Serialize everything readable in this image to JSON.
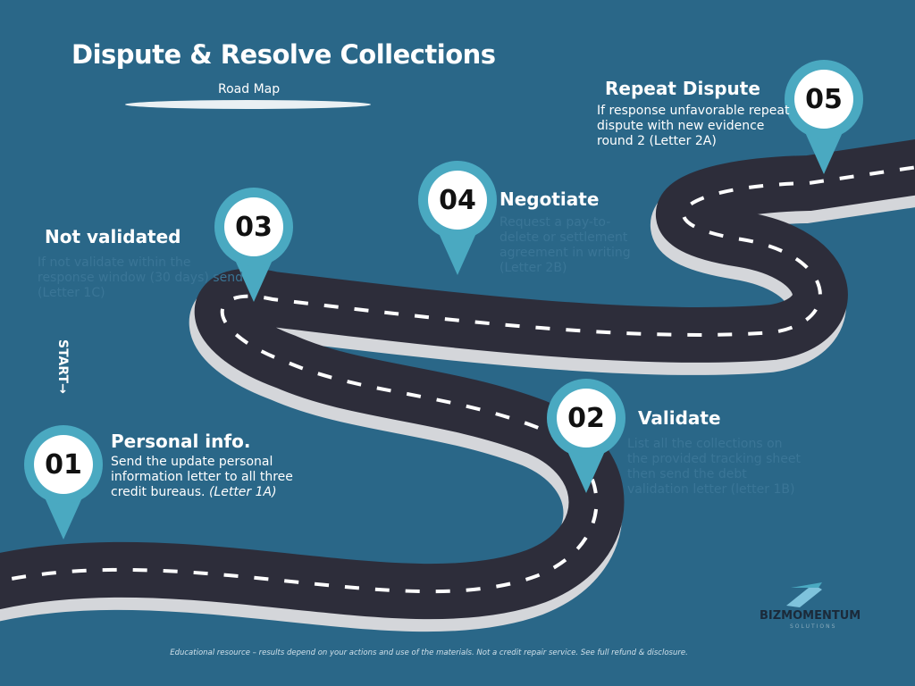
{
  "header": {
    "title": "Dispute & Resolve Collections",
    "subtitle": "Road Map"
  },
  "start_label": "START→",
  "colors": {
    "background": "#2a6788",
    "road": "#2d2d3a",
    "pin": "#4aa9c1"
  },
  "steps": [
    {
      "number": "01",
      "title": "Personal info.",
      "text": "Send the update personal information letter to all three credit bureaus.",
      "text_italic": "(Letter 1A)"
    },
    {
      "number": "02",
      "title": "Validate",
      "text": "List all the collections on the provided tracking sheet then send  the debt validation letter (letter 1B)"
    },
    {
      "number": "03",
      "title": "Not validated",
      "text": "If not validate within the response window (30 days) send (Letter 1C)"
    },
    {
      "number": "04",
      "title": "Negotiate",
      "text": " Request a pay-to-delete or settlement agreement in writing (Letter 2B)"
    },
    {
      "number": "05",
      "title": "Repeat Dispute",
      "text": "If response unfavorable repeat dispute with new evidence round 2 (Letter 2A)"
    }
  ],
  "footer": "Educational resource – results depend on your actions and use of the materials. Not a credit repair service. See full refund & disclosure.",
  "logo": {
    "name": "BIZMOMENTUM",
    "sub": "SOLUTIONS"
  }
}
